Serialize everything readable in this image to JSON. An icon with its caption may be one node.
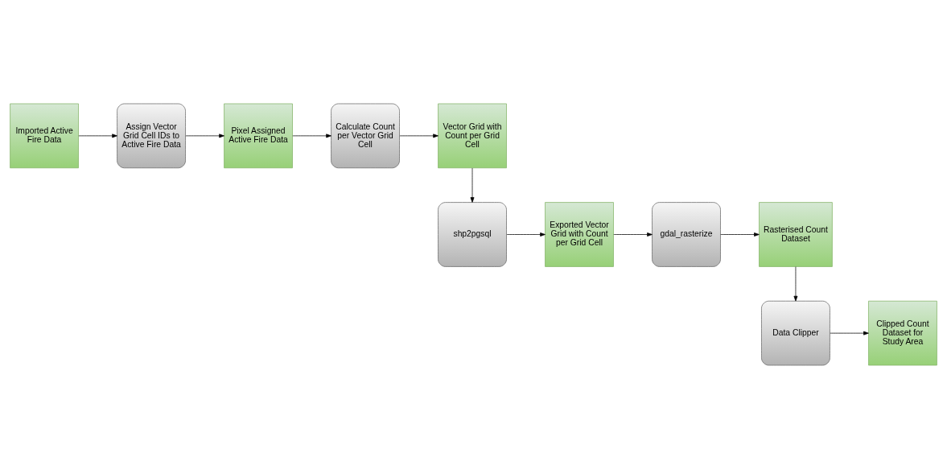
{
  "diagram": {
    "nodes": [
      {
        "text": [
          "Imported Active Fire Data"
        ]
      },
      {
        "text": [
          "Assign Vector Grid Cell IDs to Active Fire Data"
        ]
      },
      {
        "text": [
          "Pixel Assigned Active Fire Data"
        ]
      },
      {
        "text": [
          "Calculate Count per Vector Grid Cell"
        ]
      },
      {
        "text": [
          "Vector Grid with Count per Grid Cell"
        ]
      },
      {
        "text": [
          "shp2pgsql"
        ]
      },
      {
        "text": [
          "Exported Vector Grid with Count per Grid Cell"
        ]
      },
      {
        "text": [
          "gdal_rasterize"
        ]
      },
      {
        "text": [
          "Rasterised Count Dataset"
        ]
      },
      {
        "text": [
          "Data Clipper"
        ]
      },
      {
        "text": [
          "Clipped Count Dataset for Study Area"
        ]
      }
    ],
    "edges": [
      {
        "from": 0,
        "to": 1,
        "arrow": "to"
      },
      {
        "from": 1,
        "to": 2,
        "arrow": "to"
      },
      {
        "from": 2,
        "to": 3,
        "arrow": "to"
      },
      {
        "from": 3,
        "to": 4,
        "arrow": "to"
      },
      {
        "from": 4,
        "to": 5,
        "arrow": "to"
      },
      {
        "from": 5,
        "to": 6,
        "arrow": "to"
      },
      {
        "from": 6,
        "to": 7,
        "arrow": "to"
      },
      {
        "from": 7,
        "to": 8,
        "arrow": "to"
      },
      {
        "from": 8,
        "to": 9,
        "arrow": "to"
      },
      {
        "from": 9,
        "to": 10,
        "arrow": "to"
      }
    ]
  }
}
